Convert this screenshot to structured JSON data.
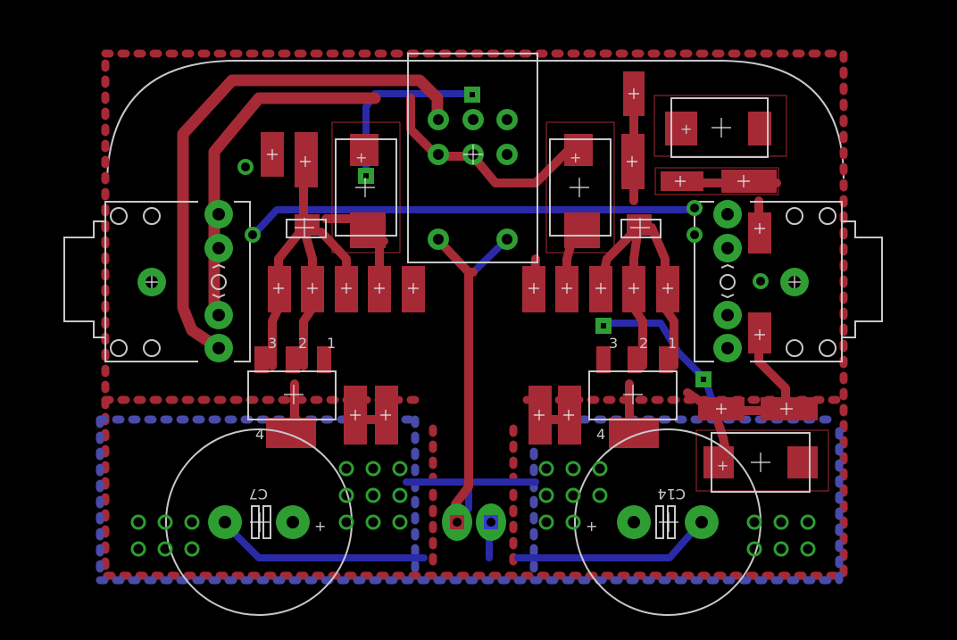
{
  "canvas": {
    "background": "#000000"
  },
  "colors": {
    "top_copper": "#a52a36",
    "bottom_copper": "#2a2aa8",
    "via_ring": "#2e9e32",
    "silkscreen": "#c8c8c8"
  },
  "labels": {
    "c7": "C7",
    "c14": "C14",
    "plus": "+",
    "pin1_left": "1",
    "pin2_left": "2",
    "pin3_left": "3",
    "pin4_left": "4",
    "pin1_right": "1",
    "pin2_right": "2",
    "pin3_right": "3",
    "pin4_right": "4"
  }
}
